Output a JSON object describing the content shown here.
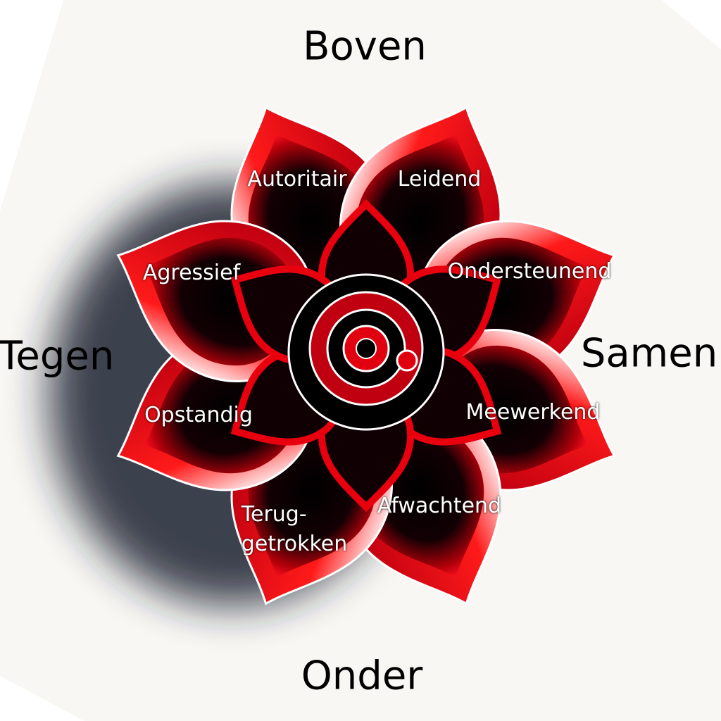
{
  "axes": {
    "top": "Boven",
    "bottom": "Onder",
    "left": "Tegen",
    "right": "Samen"
  },
  "petals": [
    {
      "label": "Autoritair"
    },
    {
      "label": "Leidend"
    },
    {
      "label": "Ondersteunend"
    },
    {
      "label": "Meewerkend"
    },
    {
      "label": "Afwachtend"
    },
    {
      "label_line1": "Terug-",
      "label_line2": "getrokken"
    },
    {
      "label": "Opstandig"
    },
    {
      "label": "Agressief"
    }
  ],
  "colors": {
    "petal": "#e8000f",
    "petal_dark": "#000000",
    "background": "#f8f7f4"
  }
}
